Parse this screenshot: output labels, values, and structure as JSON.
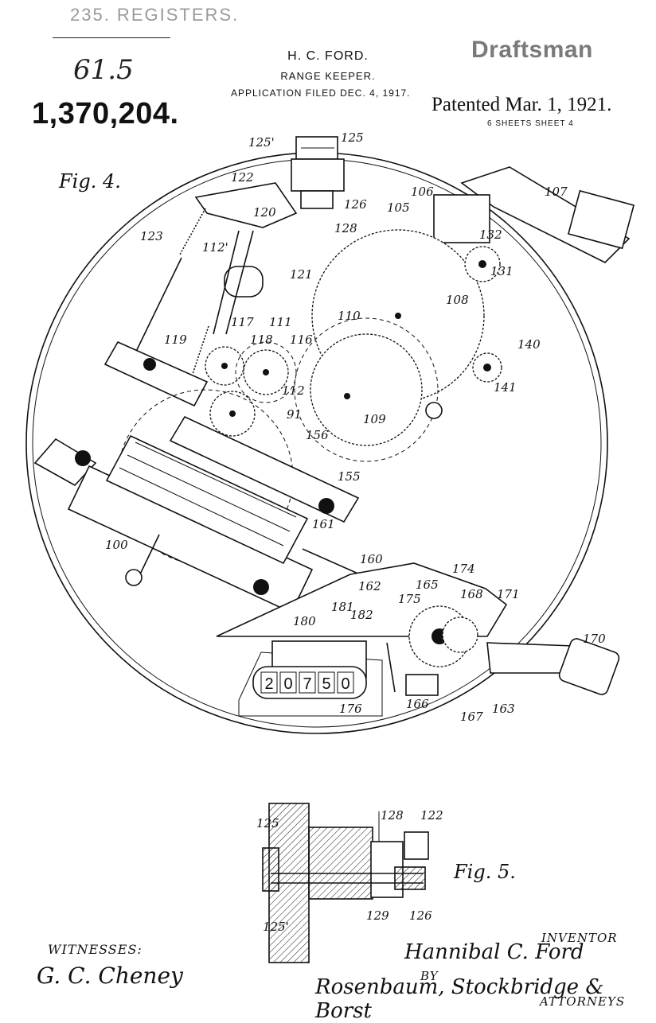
{
  "header": {
    "stamp": "235. REGISTERS.",
    "handwritten_number": "61.5",
    "patent_number": "1,370,204.",
    "inventor_name": "H. C. FORD.",
    "title": "RANGE KEEPER.",
    "filed": "APPLICATION FILED DEC. 4, 1917.",
    "draftsman_stamp": "Draftsman",
    "patented": "Patented Mar. 1, 1921.",
    "sheets": "6 SHEETS  SHEET 4"
  },
  "figures": {
    "fig4": {
      "label": "Fig. 4.",
      "counter_digits": [
        "2",
        "0",
        "7",
        "5",
        "0"
      ],
      "reference_numerals": [
        "125'",
        "125",
        "122",
        "106",
        "107",
        "105",
        "126",
        "120",
        "128",
        "132",
        "123",
        "112'",
        "131",
        "121",
        "108",
        "110",
        "117",
        "111",
        "119",
        "118",
        "116",
        "140",
        "141",
        "112",
        "91",
        "109",
        "156",
        "155",
        "161",
        "100",
        "160",
        "174",
        "162",
        "165",
        "175",
        "168",
        "171",
        "181",
        "180",
        "182",
        "170",
        "166",
        "176",
        "167",
        "163"
      ]
    },
    "fig5": {
      "label": "Fig. 5.",
      "reference_numerals": [
        "128",
        "122",
        "125",
        "125'",
        "129",
        "126"
      ]
    }
  },
  "footer": {
    "witnesses_label": "WITNESSES:",
    "witness_signature": "G. C. Cheney",
    "inventor_label": "INVENTOR",
    "inventor_signature": "Hannibal C. Ford",
    "by_label": "BY",
    "attorney_signature": "Rosenbaum, Stockbridge & Borst",
    "attorneys_label": "ATTORNEYS"
  }
}
